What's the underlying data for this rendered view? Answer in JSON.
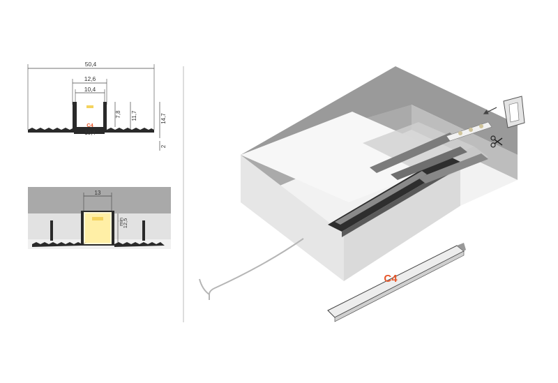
{
  "cross_section": {
    "total_width": "50,4",
    "outer_width": "12,6",
    "inner_width": "10,4",
    "bottom_width": "10,4",
    "depth_a": "7,8",
    "depth_b": "11,7",
    "depth_c": "14,7",
    "flange": "2",
    "profile_code": "C4"
  },
  "installed_section": {
    "width": "13",
    "min_height": "12,5",
    "min_label": "min"
  },
  "iso_view": {
    "profile_code": "C4"
  },
  "colors": {
    "dim_line": "#444444",
    "profile_dark": "#2a2a2a",
    "plaster_gray": "#a9a9a9",
    "accent": "#e8572a",
    "led": "#f4d35e"
  }
}
